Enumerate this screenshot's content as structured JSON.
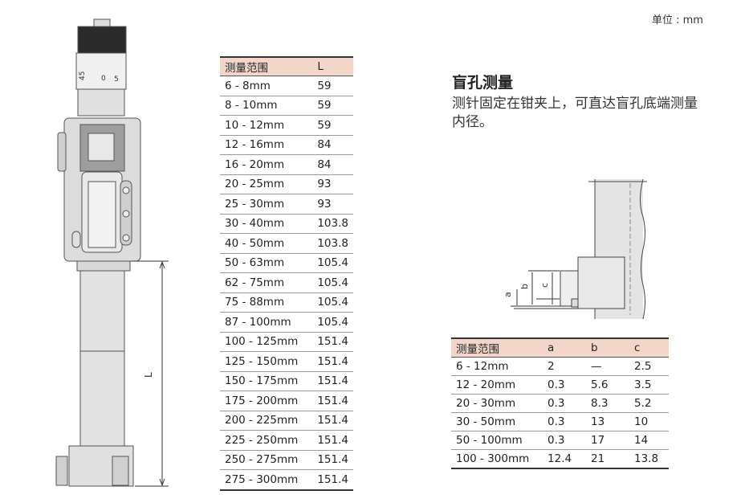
{
  "unit_label": "单位 : mm",
  "main_table": {
    "headers": [
      "测量范围",
      "L"
    ],
    "rows": [
      [
        "6 - 8mm",
        "59"
      ],
      [
        "8 - 10mm",
        "59"
      ],
      [
        "10 - 12mm",
        "59"
      ],
      [
        "12 - 16mm",
        "84"
      ],
      [
        "16 - 20mm",
        "84"
      ],
      [
        "20 - 25mm",
        "93"
      ],
      [
        "25 - 30mm",
        "93"
      ],
      [
        "30 - 40mm",
        "103.8"
      ],
      [
        "40 - 50mm",
        "103.8"
      ],
      [
        "50 - 63mm",
        "105.4"
      ],
      [
        "62 - 75mm",
        "105.4"
      ],
      [
        "75 - 88mm",
        "105.4"
      ],
      [
        "87 - 100mm",
        "105.4"
      ],
      [
        "100 - 125mm",
        "151.4"
      ],
      [
        "125 - 150mm",
        "151.4"
      ],
      [
        "150 - 175mm",
        "151.4"
      ],
      [
        "175 - 200mm",
        "151.4"
      ],
      [
        "200 - 225mm",
        "151.4"
      ],
      [
        "225 - 250mm",
        "151.4"
      ],
      [
        "250 - 275mm",
        "151.4"
      ],
      [
        "275 - 300mm",
        "151.4"
      ]
    ]
  },
  "blind_hole": {
    "title": "盲孔测量",
    "description": "测针固定在钳夹上，可直达盲孔底端测量内径。"
  },
  "blind_table": {
    "headers": [
      "测量范围",
      "a",
      "b",
      "c"
    ],
    "rows": [
      [
        "6 - 12mm",
        "2",
        "—",
        "2.5"
      ],
      [
        "12 - 20mm",
        "0.3",
        "5.6",
        "3.5"
      ],
      [
        "20 - 30mm",
        "0.3",
        "8.3",
        "5.2"
      ],
      [
        "30 - 50mm",
        "0.3",
        "13",
        "10"
      ],
      [
        "50 - 100mm",
        "0.3",
        "17",
        "14"
      ],
      [
        "100 - 300mm",
        "12.4",
        "21",
        "13.8"
      ]
    ]
  },
  "drawing_labels": {
    "dimension_L": "L",
    "dimension_a": "a",
    "dimension_b": "b",
    "dimension_c": "c",
    "thimble_45": "45",
    "thimble_0": "0",
    "thimble_5": "5"
  }
}
